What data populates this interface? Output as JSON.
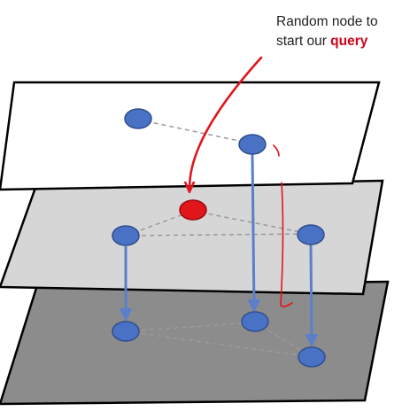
{
  "annotation": {
    "line1": "Random node to",
    "line2_prefix": "start our ",
    "line2_highlight": "query"
  },
  "colors": {
    "top_layer": "#ffffff",
    "middle_layer": "#d6d6d6",
    "bottom_layer": "#8c8c8c",
    "node": "#4a72c4",
    "query_node": "#e0161b",
    "arrow": "#5b7fc8",
    "edge": "#9a9a9a",
    "annotation_red": "#d0021b"
  },
  "diagram": {
    "layers": [
      "top",
      "middle",
      "bottom"
    ],
    "nodes": [
      {
        "id": "t1",
        "layer": "top"
      },
      {
        "id": "t2",
        "layer": "top"
      },
      {
        "id": "m0",
        "layer": "middle",
        "query": true
      },
      {
        "id": "m1",
        "layer": "middle"
      },
      {
        "id": "m2",
        "layer": "middle"
      },
      {
        "id": "b1",
        "layer": "bottom"
      },
      {
        "id": "b2",
        "layer": "bottom"
      },
      {
        "id": "b3",
        "layer": "bottom"
      }
    ],
    "edges": [
      [
        "t1",
        "t2"
      ],
      [
        "m1",
        "m0"
      ],
      [
        "m0",
        "m2"
      ],
      [
        "m1",
        "m2"
      ],
      [
        "b1",
        "b2"
      ],
      [
        "b2",
        "b3"
      ],
      [
        "b1",
        "b3"
      ]
    ],
    "arrows": [
      [
        "t2",
        "b2"
      ],
      [
        "m1",
        "b1"
      ],
      [
        "m2",
        "b3"
      ]
    ]
  }
}
